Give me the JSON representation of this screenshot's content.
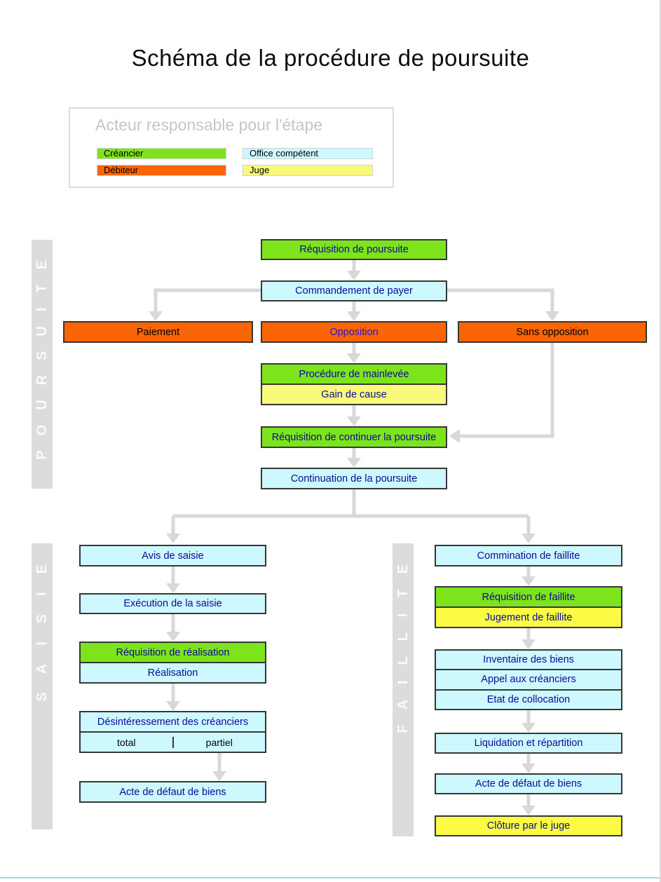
{
  "title": "Schéma de la procédure de poursuite",
  "legend": {
    "title": "Acteur responsable pour l'étape",
    "items": [
      {
        "label": "Créancier",
        "color": "#7de41c"
      },
      {
        "label": "Office compétent",
        "color": "#ccf8fe"
      },
      {
        "label": "Débiteur",
        "color": "#f96505"
      },
      {
        "label": "Juge",
        "color": "#f9f97c"
      }
    ]
  },
  "sections": [
    {
      "label": "POURSUITE"
    },
    {
      "label": "SAISIE"
    },
    {
      "label": "FAILLITE"
    }
  ],
  "nodes": {
    "requisition_poursuite": "Réquisition de poursuite",
    "commandement_payer": "Commandement de payer",
    "paiement": "Paiement",
    "opposition": "Opposition",
    "sans_opposition": "Sans opposition",
    "procedure_mainlevee": "Procédure de mainlevée",
    "gain_de_cause": "Gain de cause",
    "requisition_continuer": "Réquisition de continuer la poursuite",
    "continuation_poursuite": "Continuation de la poursuite",
    "avis_saisie": "Avis de saisie",
    "execution_saisie": "Exécution de la saisie",
    "requisition_realisation": "Réquisition de réalisation",
    "realisation": "Réalisation",
    "desinteressement": "Désintéressement des créanciers",
    "total": "total",
    "partiel": "partiel",
    "acte_defaut_saisie": "Acte de défaut de biens",
    "commination_faillite": "Commination de faillite",
    "requisition_faillite": "Réquisition de faillite",
    "jugement_faillite": "Jugement de faillite",
    "inventaire_biens": "Inventaire des biens",
    "appel_creanciers": "Appel aux créanciers",
    "etat_collocation": "Etat de collocation",
    "liquidation_repartition": "Liquidation et répartition",
    "acte_defaut_faillite": "Acte de défaut de biens",
    "cloture_juge": "Clôture par le juge"
  },
  "colors": {
    "creancier_green": "#7de41c",
    "debiteur_orange": "#f96505",
    "office_cyan": "#ccf8fe",
    "juge_yellow": "#f9f97c",
    "cloture_yellow": "#fbfb45",
    "node_text_blue": "#0a0a96",
    "arrow_gray": "#d8d8d8",
    "band_gray": "#dcdcdc",
    "bottom_rule_blue": "#aed3e4"
  }
}
